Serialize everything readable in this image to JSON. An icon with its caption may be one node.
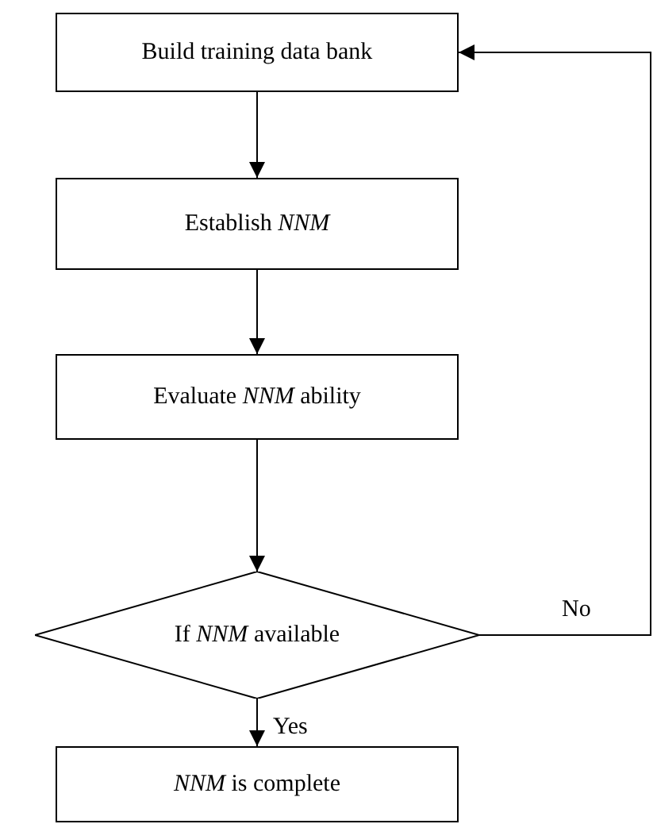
{
  "diagram": {
    "nodes": [
      {
        "text": [
          "Build training data bank"
        ]
      },
      {
        "text": [
          "Establish *NNM*"
        ]
      },
      {
        "text": [
          "Evaluate *NNM* ability"
        ]
      },
      {
        "text": [
          "If *NNM* available"
        ]
      },
      {
        "text": [
          "*NNM* is complete"
        ]
      }
    ],
    "edges": [
      {
        "from": 0,
        "to": 1,
        "arrow": "to"
      },
      {
        "from": 1,
        "to": 2,
        "arrow": "to"
      },
      {
        "from": 2,
        "to": 3,
        "arrow": "to"
      },
      {
        "from": 3,
        "to": 4,
        "arrow": "to",
        "label": "Yes"
      },
      {
        "from": 3,
        "to": 0,
        "arrow": "to",
        "label": "No"
      }
    ]
  }
}
